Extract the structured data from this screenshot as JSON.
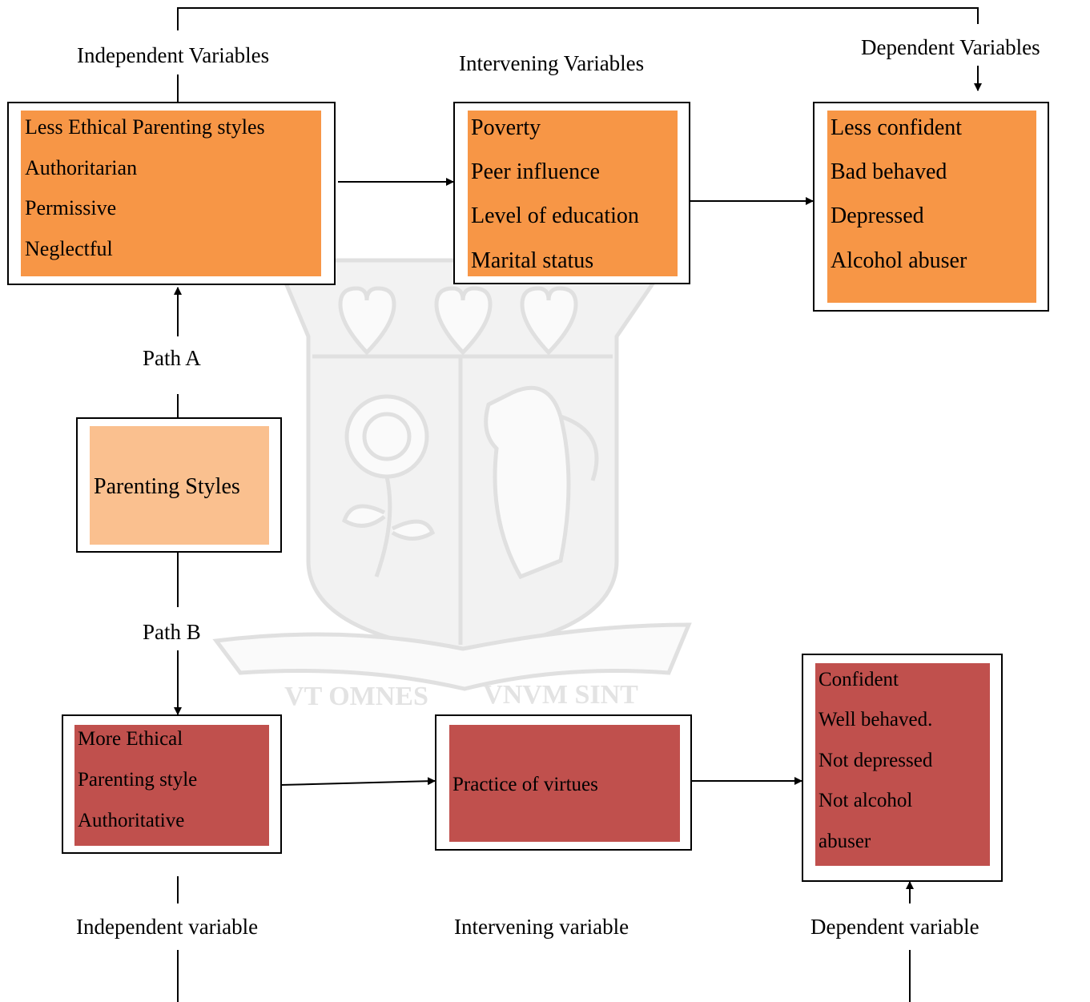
{
  "colors": {
    "orange": "#f79646",
    "light_orange": "#fac08f",
    "red": "#c0504d",
    "line": "#000000",
    "watermark": "#d9d9d9"
  },
  "watermark": {
    "icon": "crest-watermark-icon",
    "motto_left": "VT OMNES",
    "motto_right": "VNVM SINT"
  },
  "headers": {
    "independent_top": "Independent Variables",
    "intervening_top": "Intervening Variables",
    "dependent_top": "Dependent Variables",
    "independent_bottom": "Independent variable",
    "intervening_bottom": "Intervening variable",
    "dependent_bottom": "Dependent variable"
  },
  "paths": {
    "a": "Path A",
    "b": "Path B"
  },
  "center": {
    "label": "Parenting Styles"
  },
  "path_a": {
    "independent": [
      "Less Ethical Parenting styles",
      "Authoritarian",
      "Permissive",
      "Neglectful"
    ],
    "intervening": [
      "Poverty",
      "Peer influence",
      "Level of education",
      "Marital status"
    ],
    "dependent": [
      "Less confident",
      "Bad behaved",
      "Depressed",
      "Alcohol abuser"
    ]
  },
  "path_b": {
    "independent": [
      "More Ethical",
      "Parenting style",
      "Authoritative"
    ],
    "intervening": [
      "Practice of virtues"
    ],
    "dependent": [
      "Confident",
      "Well behaved.",
      "Not depressed",
      "Not alcohol",
      "abuser"
    ]
  }
}
